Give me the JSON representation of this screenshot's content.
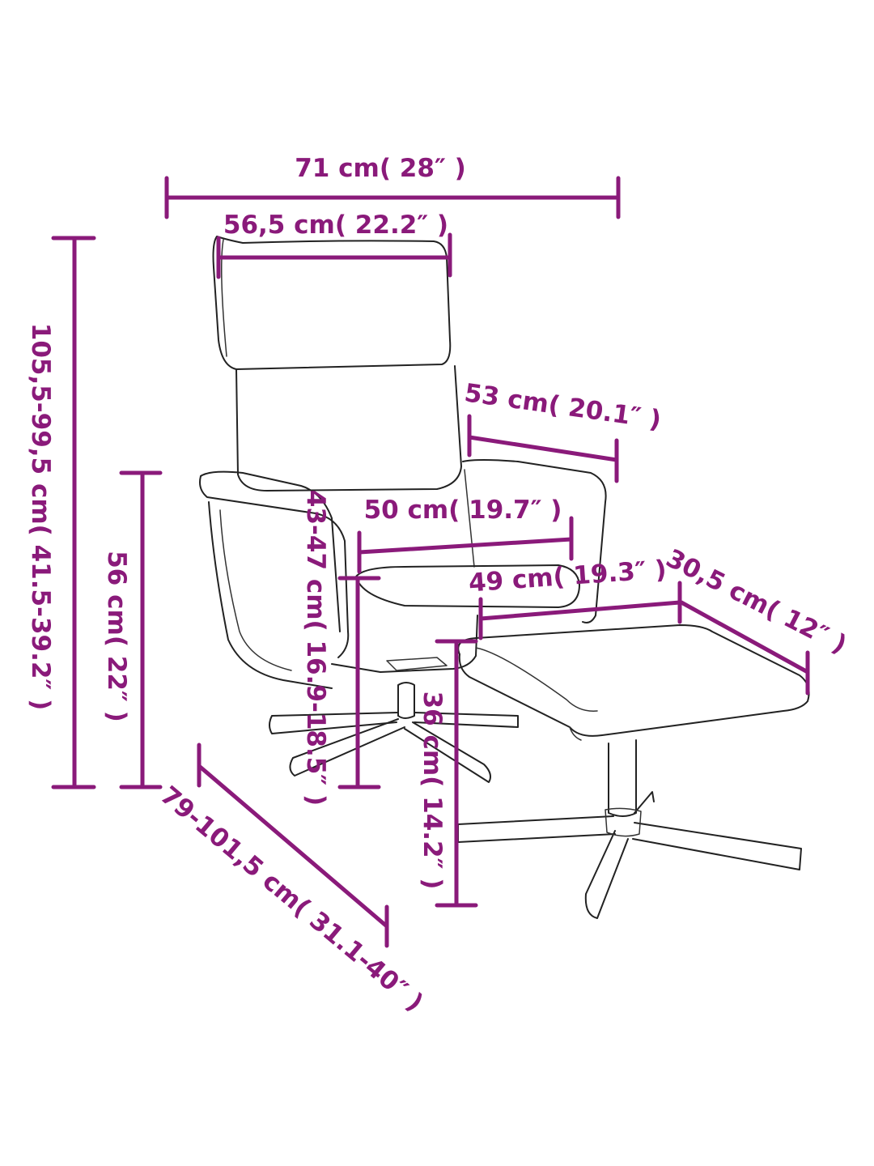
{
  "colors": {
    "dimension": "#8a1a7a",
    "outline": "#222222",
    "background": "#ffffff"
  },
  "dimensions": {
    "overall_width": "71 cm( 28″ )",
    "backrest_width": "56,5 cm( 22.2″ )",
    "overall_height": "105,5-99,5 cm( 41.5-39.2″ )",
    "armrest_height": "56 cm( 22″ )",
    "seat_height": "43-47 cm( 16.9-18.5″ )",
    "armrest_length": "53 cm( 20.1″ )",
    "seat_width": "50 cm( 19.7″ )",
    "footstool_length": "49 cm( 19.3″ )",
    "footstool_width": "30,5 cm( 12″ )",
    "footstool_height": "36 cm( 14.2″ )",
    "overall_depth": "79-101,5 cm( 31.1-40″ )"
  }
}
